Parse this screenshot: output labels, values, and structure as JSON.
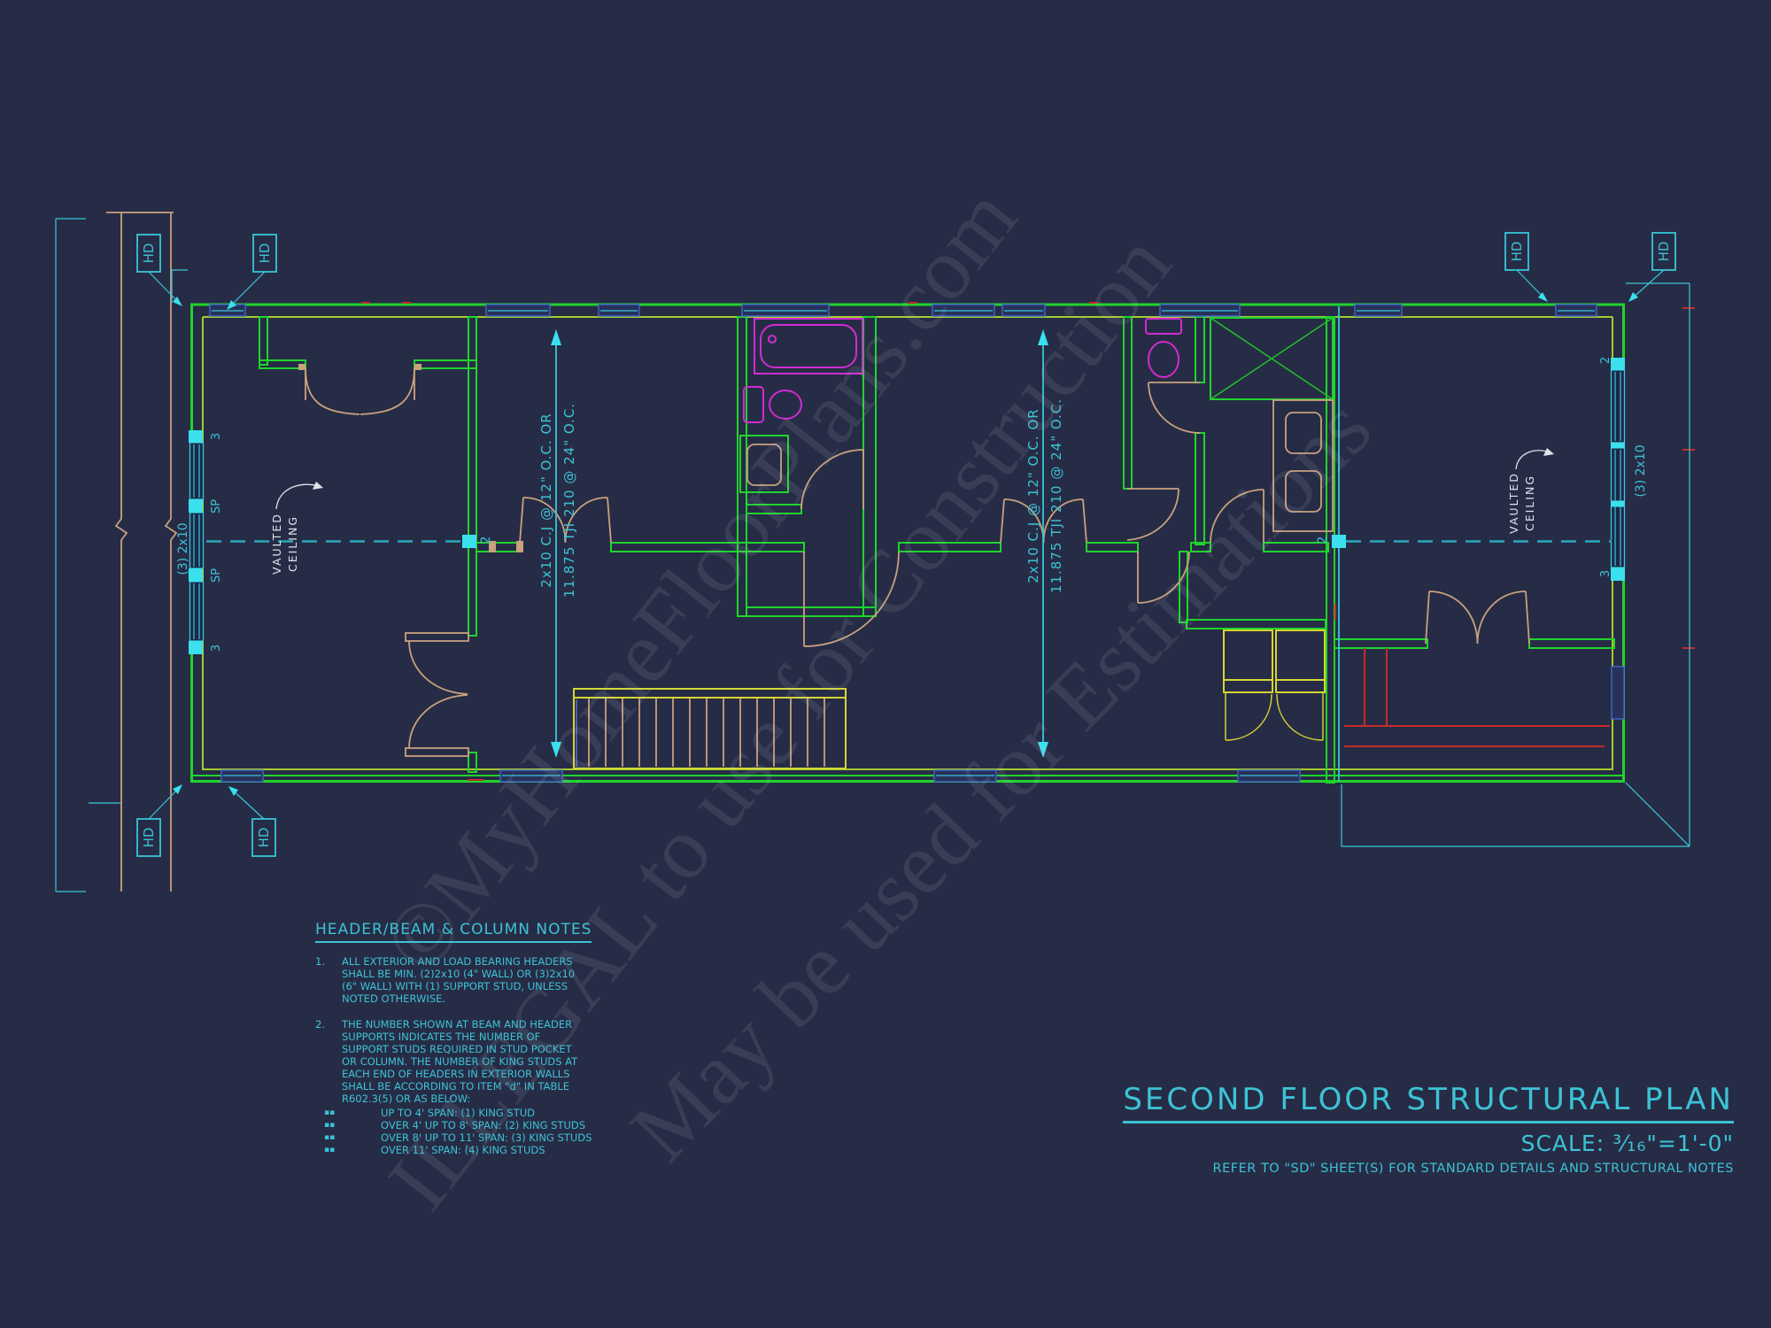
{
  "watermark": {
    "line1": "©MyHomeFloorPlans.com",
    "line2": "ILLEGAL to use for Construction",
    "line3": "May be used for Estimations"
  },
  "titleBlock": {
    "title": "SECOND FLOOR STRUCTURAL PLAN",
    "scale": "SCALE: ³⁄₁₆\"=1'-0\"",
    "refer": "REFER TO \"SD\" SHEET(S) FOR STANDARD DETAILS AND STRUCTURAL NOTES"
  },
  "notes": {
    "heading": "HEADER/BEAM & COLUMN NOTES",
    "item1_no": "1.",
    "item1_lines": [
      "ALL EXTERIOR AND LOAD BEARING HEADERS",
      "SHALL BE MIN. (2)2x10 (4\" WALL) OR (3)2x10",
      "(6\" WALL) WITH (1) SUPPORT STUD, UNLESS",
      "NOTED OTHERWISE."
    ],
    "item2_no": "2.",
    "item2_lines": [
      "THE NUMBER SHOWN AT BEAM AND HEADER",
      "SUPPORTS INDICATES THE NUMBER OF",
      "SUPPORT STUDS REQUIRED IN STUD POCKET",
      "OR COLUMN. THE NUMBER OF KING STUDS AT",
      "EACH END OF HEADERS IN EXTERIOR WALLS",
      "SHALL BE ACCORDING TO ITEM \"d\" IN TABLE",
      "R602.3(5) OR AS BELOW:"
    ],
    "bullet_glyph": "▪▪",
    "bullets": [
      "UP TO 4' SPAN: (1) KING STUD",
      "OVER 4' UP TO 8' SPAN: (2) KING STUDS",
      "OVER 8' UP TO 11' SPAN: (3) KING STUDS",
      "OVER 11' SPAN: (4) KING STUDS"
    ]
  },
  "plan": {
    "hd": "HD",
    "joist1": "2x10 C.J @ 12\" O.C. OR",
    "joist2": "11.875 TJI 210 @ 24\" O.C.",
    "vaulted1": "VAULTED",
    "vaulted2": "CEILING",
    "lumber": "(3) 2x10",
    "supportLabel": "2",
    "leftWindowLabels": [
      "3",
      "SP",
      "SP",
      "3"
    ],
    "rightWindowLabels": [
      "2",
      "3"
    ]
  }
}
